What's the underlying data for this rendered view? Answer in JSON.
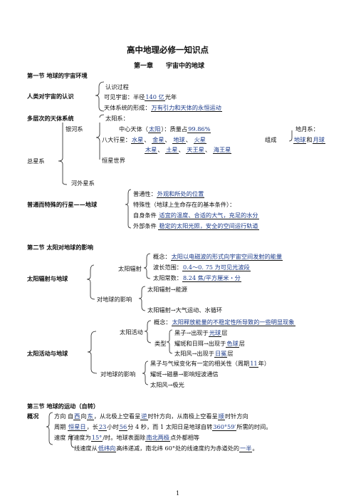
{
  "doc": {
    "title": "高中地理必修一知识点",
    "chapter": "第一章　　宇宙中的地球",
    "page_number": "1"
  },
  "s1": {
    "heading": "第一节  地球的宇宙环境",
    "recog": {
      "label": "人类对宇宙的认识",
      "l1": "认识过程",
      "l2a": "可见宇宙：半径",
      "l2b": "140 亿",
      "l2c": "光年",
      "l3a": "天体系统的形成：",
      "l3b": "万有引力和天体的永恒运动"
    },
    "multi": {
      "label": "多层次的天体系统",
      "sun_sys": "太阳系：",
      "galaxy": "银河系",
      "center_a": "中心天体（",
      "center_b": "太阳",
      "center_c": "）：质量占",
      "center_d": "99.86%",
      "earth_moon": "地月系：",
      "planets_label": "八大行星：",
      "p1": "水星",
      "p2": "金星",
      "p3": "地球",
      "p4": "火星",
      "compose": "组成",
      "em1": "地球",
      "em_and": "和",
      "em2": "月球",
      "p5": "木星",
      "p6": "土星",
      "p7": "天王星",
      "p8": "海王星",
      "sep": "、",
      "star_world": "恒星世界",
      "total": "总星系",
      "extra": "河外星系"
    },
    "special": {
      "label": "普通而特殊的行星——地球",
      "l1a": "普通性：",
      "l1b": "外观和所处的位置",
      "l2": "特殊性（地球上生命存在的基本条件）：",
      "l3a": "自身条件",
      "l3b": "适宜的温度、合适的大气，充足的水分",
      "l4a": "外部条件",
      "l4b": "稳定的太阳光照，安全的空间运行轨道"
    }
  },
  "s2": {
    "heading": "第二节  太阳对地球的影响",
    "rad": {
      "label": "太阳辐射与地球",
      "sub": "太阳辐射",
      "c1a": "概念：",
      "c1b": "太阳以电磁波的形式向宇宙空间发射的能量",
      "c2a": "波长范围：",
      "c2b": "0.4～0. 75 为可见光波段",
      "c3a": "太阳常数：",
      "c3b": "8.24 焦/平方厘米・分",
      "effect": "对地球的影响",
      "e1": "太阳辐射→能源",
      "e2": "太阳辐射→大气运动、水循环"
    },
    "act": {
      "label": "太阳活动与地球",
      "sub": "太阳活动",
      "c1a": "概念：",
      "c1b": "太阳释放能量的不稳定性所导致的一些明显现象",
      "type": "类型",
      "t1a": "黑子→出现于",
      "t1b": "光球",
      "t1c": "层",
      "t2a": "耀斑和日珥→出现于",
      "t2b": "色球",
      "t2c": "层",
      "t3a": "太阳风→出现于",
      "t3b": "日冕",
      "t3c": "层",
      "effect": "对地球的影响",
      "e1a": "黑子与气候变化有一定的相关性（周期",
      "e1b": "11",
      "e1c": "年）",
      "e2": "耀斑→磁暴→影响短波通信",
      "e3": "太阳风→极光"
    }
  },
  "s3": {
    "heading": "第三节  地球的运动（自转）",
    "label": "概况",
    "r1a": "方向  自",
    "r1b": "西",
    "r1c": "向",
    "r1d": "东",
    "r1e": "，从北极上空看呈",
    "r1f": "逆",
    "r1g": "时针方向，从南极上空看呈",
    "r1h": "顺",
    "r1i": "时针方向",
    "r2a": "周期",
    "r2b": "恒星日",
    "r2c": "，长",
    "r2d": "23",
    "r2e": "小时",
    "r2f": "56",
    "r2g": "分 4 秒，而 1 太阳日是地球自转",
    "r2h": "360°59′",
    "r2i": "所需的时间。",
    "r3a": "速度",
    "r3b": "角速度为",
    "r3c": "15°",
    "r3d": "/时。地球表面除",
    "r3e": "南北两极",
    "r3f": "点外都相等",
    "r4a": "线速度从",
    "r4b": "低纬向",
    "r4c": "高纬递减，南北纬 60°处的线速度约为赤道处的",
    "r4d": "一半",
    "r4e": "。"
  }
}
